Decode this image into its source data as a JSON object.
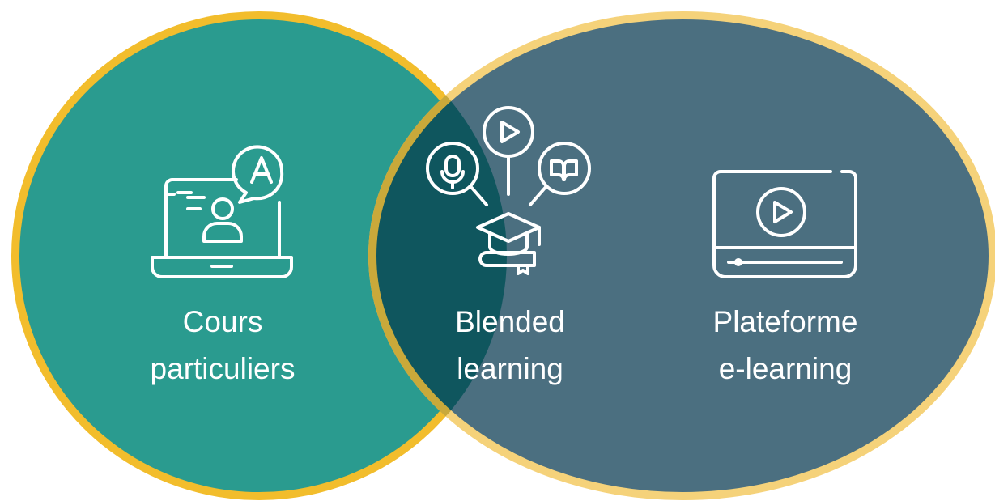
{
  "diagram": {
    "sets": [
      {
        "id": "left",
        "label_line1": "Cours",
        "label_line2": "particuliers",
        "icon": "laptop-tutor-icon",
        "fill_color": "#2a9b8f",
        "ring_color": "#f2bd2c"
      },
      {
        "id": "right",
        "label_line1": "Plateforme",
        "label_line2": "e-learning",
        "icon": "video-player-icon",
        "fill_color": "#4b6f80",
        "ring_color": "#f5d27a"
      }
    ],
    "intersection": {
      "label_line1": "Blended",
      "label_line2": "learning",
      "icon": "graduation-media-icon",
      "fill_color": "#0f565e",
      "ring_color": "#c9a93a"
    }
  }
}
